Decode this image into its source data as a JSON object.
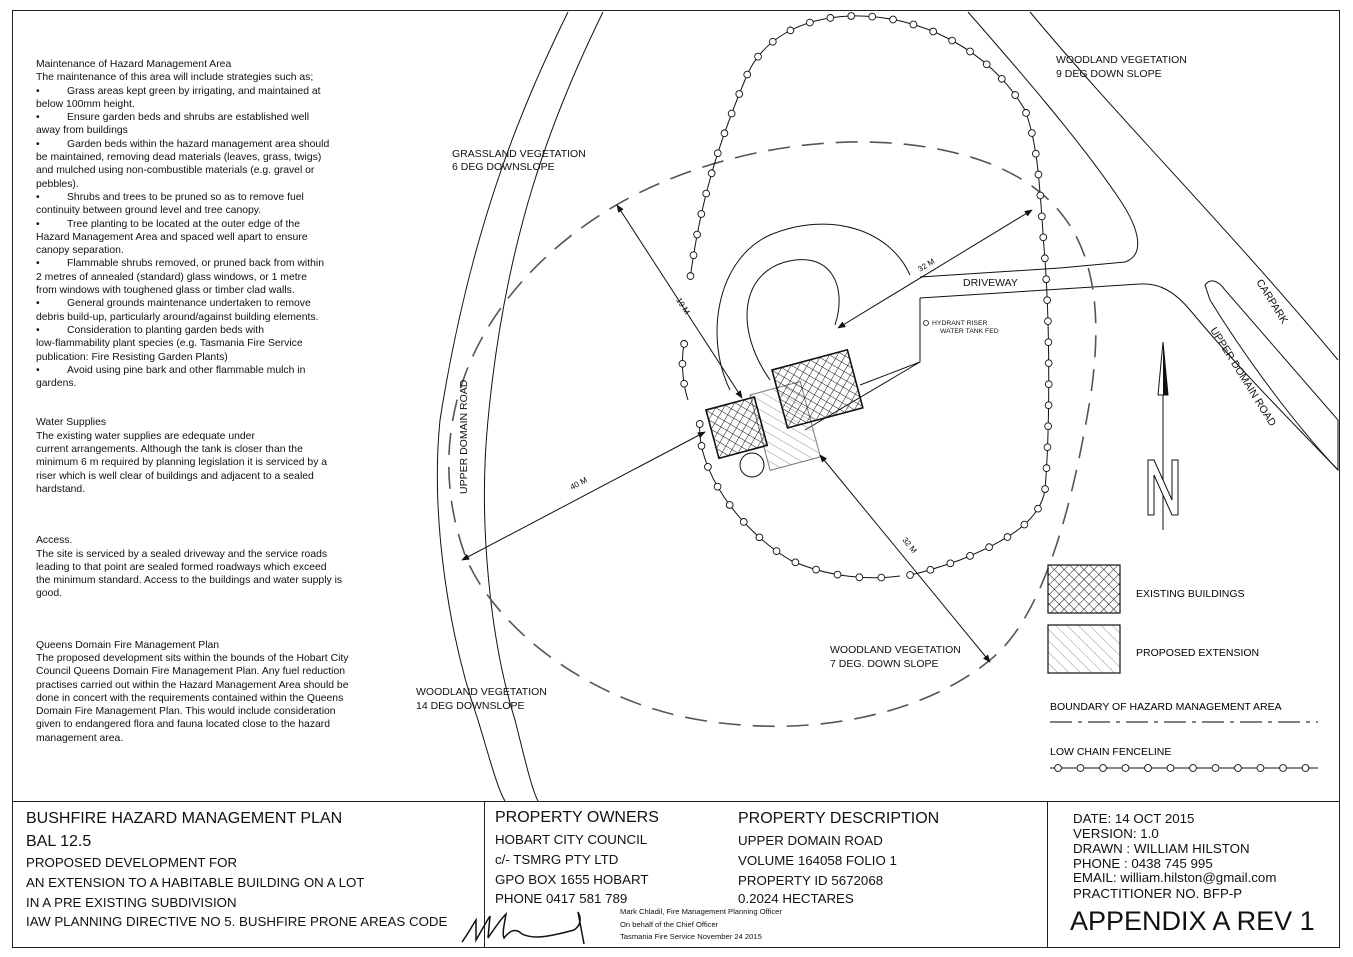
{
  "notes": {
    "maintenance": {
      "heading": "Maintenance of Hazard Management Area",
      "intro": "The maintenance of this area will include strategies such as;",
      "bullets": [
        [
          "Grass areas kept green by irrigating, and maintained at",
          "below 100mm height."
        ],
        [
          "Ensure garden beds and shrubs are established well",
          "away from buildings"
        ],
        [
          "Garden beds within the hazard management area should",
          "be maintained, removing dead materials (leaves, grass, twigs)",
          "and mulched using non-combustible materials (e.g. gravel or",
          "pebbles)."
        ],
        [
          "Shrubs and trees to be pruned so as to remove fuel",
          "continuity between ground level and tree canopy."
        ],
        [
          "Tree planting to be located at the outer edge of the",
          "Hazard Management Area and spaced well apart to ensure",
          "canopy separation."
        ],
        [
          "Flammable shrubs removed, or pruned back from within",
          "2 metres of annealed (standard) glass windows, or 1 metre",
          "from windows with toughened glass or timber clad walls."
        ],
        [
          "General grounds maintenance undertaken to remove",
          "debris build-up, particularly around/against building elements."
        ],
        [
          "Consideration to planting garden beds with",
          "low-flammability plant species (e.g. Tasmania Fire Service",
          "publication: Fire Resisting Garden Plants)"
        ],
        [
          "Avoid using pine bark and other flammable mulch in",
          "gardens."
        ]
      ]
    },
    "water": {
      "heading": "Water Supplies",
      "lines": [
        "The existing water supplies are edequate under",
        "current arrangements. Although the tank is closer than the",
        "minimum 6 m required by planning legislation it is serviced by a",
        "riser which is well clear of buildings and adjacent to a sealed",
        "hardstand."
      ]
    },
    "access": {
      "heading": "Access.",
      "lines": [
        "The site is serviced by a sealed driveway and the service roads",
        "leading to that point are sealed formed roadways which exceed",
        "the minimum standard. Access to the buildings and water supply is",
        "good."
      ]
    },
    "queens": {
      "heading": "Queens Domain Fire Management Plan",
      "lines": [
        "The proposed development sits within the bounds of the Hobart City",
        "Council Queens Domain Fire Management Plan. Any fuel reduction",
        "practises carried out within the Hazard Management Area should be",
        "done in concert with the requirements contained within the Queens",
        "Domain Fire Management Plan. This would include consideration",
        "given to endangered flora and fauna located close to the hazard",
        "management area."
      ]
    }
  },
  "plan": {
    "veg_woodland_ne": [
      "WOODLAND VEGETATION",
      "9 DEG DOWN SLOPE"
    ],
    "veg_grassland": [
      "GRASSLAND VEGETATION",
      "6 DEG DOWNSLOPE"
    ],
    "veg_woodland_se": [
      "WOODLAND VEGETATION",
      "7 DEG. DOWN SLOPE"
    ],
    "veg_woodland_sw": [
      "WOODLAND VEGETATION",
      "14 DEG DOWNSLOPE"
    ],
    "driveway": "DRIVEWAY",
    "hydrant": [
      "HYDRANT RISER",
      "WATER TANK FED"
    ],
    "road_west": "UPPER DOMAIN ROAD",
    "road_east": "UPPER DOMAIN ROAD",
    "carpark": "CARPARK",
    "dim_19": "19 M",
    "dim_32_ne": "32 M",
    "dim_40": "40 M",
    "dim_32_se": "32 M"
  },
  "legend": {
    "existing": "EXISTING BUILDINGS",
    "proposed": "PROPOSED EXTENSION",
    "boundary": "BOUNDARY OF HAZARD MANAGEMENT AREA",
    "fence": "LOW CHAIN FENCELINE"
  },
  "titleblock": {
    "plan_title": "BUSHFIRE HAZARD MANAGEMENT PLAN",
    "bal": "BAL 12.5",
    "desc": [
      "PROPOSED DEVELOPMENT FOR",
      "AN EXTENSION TO A HABITABLE BUILDING ON A LOT",
      "IN A PRE EXISTING SUBDIVISION",
      "IAW PLANNING DIRECTIVE NO 5. BUSHFIRE PRONE AREAS CODE"
    ],
    "owners_heading": "PROPERTY OWNERS",
    "owners": [
      "HOBART CITY COUNCIL",
      "c/- TSMRG PTY LTD",
      "GPO BOX 1655 HOBART",
      "PHONE 0417 581 789"
    ],
    "desc_heading": "PROPERTY DESCRIPTION",
    "property": [
      "UPPER DOMAIN ROAD",
      "VOLUME 164058 FOLIO 1",
      "PROPERTY ID 5672068",
      "0.2024 HECTARES"
    ],
    "signoff": [
      "Mark Chladil, Fire Management Planning Officer",
      "On behalf of the Chief Officer",
      "Tasmania Fire Service November 24 2015"
    ],
    "date": "DATE:    14 OCT 2015",
    "version": "VERSION: 1.0",
    "drawn": "DRAWN : WILLIAM HILSTON",
    "phone": "PHONE :  0438 745 995",
    "email": "EMAIL: william.hilston@gmail.com",
    "practitioner": "PRACTITIONER NO. BFP-P",
    "appendix": "APPENDIX A  REV 1"
  }
}
